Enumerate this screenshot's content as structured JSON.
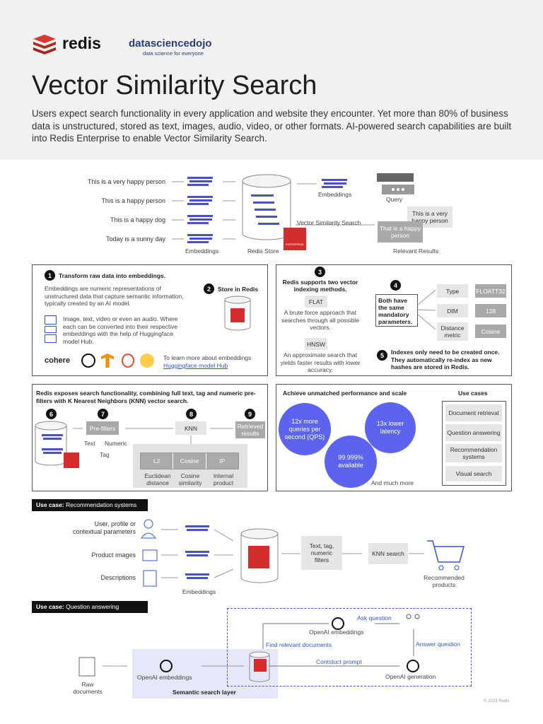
{
  "header": {
    "redis_logo": "redis",
    "dsd_logo": "datasciencedojo",
    "dsd_tagline": "data science for everyone",
    "title": "Vector Similarity Search",
    "intro": "Users expect search functionality in every application and website they encounter. Yet more than 80% of business data is unstructured, stored as text, images, audio, video, or other formats. AI-powered search capabilities are built into Redis Enterprise to enable Vector Similarity Search."
  },
  "diagram1": {
    "sentences": [
      "This is a very happy person",
      "This is a happy person",
      "This is a happy dog",
      "Today is a sunny day"
    ],
    "embeddings_label": "Embeddings",
    "store_label": "Redis Store",
    "embeddings_right": "Embeddings",
    "query_label": "Query",
    "vss_label": "Vector Similarity Search",
    "result1": "This is a very happy person",
    "result2": "That is a happy person",
    "relevant_label": "Relevant Results",
    "enterprise": "ENTERPRISE"
  },
  "box1": {
    "n1": "1",
    "title1": "Transform raw data into embeddings.",
    "desc": "Embeddings are numeric representations of unstructured data that capture semantic information, typically created by an AI model.",
    "media": "Image, text, video or even an audio. Where each can be converted into their respective embeddings with the help of Huggingface model Hub.",
    "n2": "2",
    "title2": "Store in Redis",
    "cohere": "cohere",
    "learn": "To learn more about embeddings",
    "hub_link": "Huggingface model Hub"
  },
  "box2": {
    "n3": "3",
    "title3": "Redis supports two vector indexing methods.",
    "flat": "FLAT",
    "flat_desc": "A brute force approach that searches through all possible vectors.",
    "hnsw": "HNSW",
    "hnsw_desc": "An approximate search that yields faster results with lower accuracy.",
    "n4": "4",
    "params": "Both have the same mandatory parameters.",
    "p_type": "Type",
    "p_dim": "DIM",
    "p_metric": "Distance metric",
    "v_type": "FLOATT32",
    "v_dim": "128",
    "v_metric": "Cosine",
    "n5": "5",
    "reindex": "Indexes only need to be created once. They automatically re-index as new hashes are stored in Redis."
  },
  "box3": {
    "title": "Redis exposes search functionality, combining full text, tag and numeric pre-filters with K Nearest Neighbors (KNN) vector search.",
    "n6": "6",
    "n7": "7",
    "n8": "8",
    "n9": "9",
    "prefilters": "Pre-filters",
    "text": "Text",
    "numeric": "Numeric",
    "tag": "Tag",
    "knn": "KNN",
    "retrieved": "Retrieved results",
    "l2": "L2",
    "cosine": "Cosine",
    "ip": "IP",
    "euclid": "Euclidean distance",
    "cos_sim": "Cosine similarity",
    "internal": "Internal product"
  },
  "box4": {
    "title": "Achieve unmatched performance and scale",
    "c1": "12x more queries per second (QPS)",
    "c2": "13x lower latency",
    "c3": "99.999% available",
    "more": "And much more",
    "use_cases": "Use cases",
    "uc": [
      "Document retrieval",
      "Question answering",
      "Recommendation systems",
      "Visual search"
    ]
  },
  "rec": {
    "bar_prefix": "Use case:",
    "bar_title": "Recommendation systems",
    "in1": "User, profile or contextual parameters",
    "in2": "Product images",
    "in3": "Descriptions",
    "embeddings": "Embeddings",
    "filters": "Text, tag, numeric filters",
    "knn": "KNN search",
    "rec_products": "Recommended products"
  },
  "qa": {
    "bar_prefix": "Use case:",
    "bar_title": "Question answering",
    "raw": "Raw documents",
    "openai_emb": "OpenAI embeddings",
    "semantic": "Semantic search layer",
    "openai_emb2": "OpenAI embeddings",
    "ask": "Ask question",
    "find": "Find relevant documents",
    "construct": "Contstuct prompt",
    "answer": "Answer question",
    "generation": "OpenAI generation"
  },
  "footer": {
    "copyright": "© 2023 Redis"
  }
}
